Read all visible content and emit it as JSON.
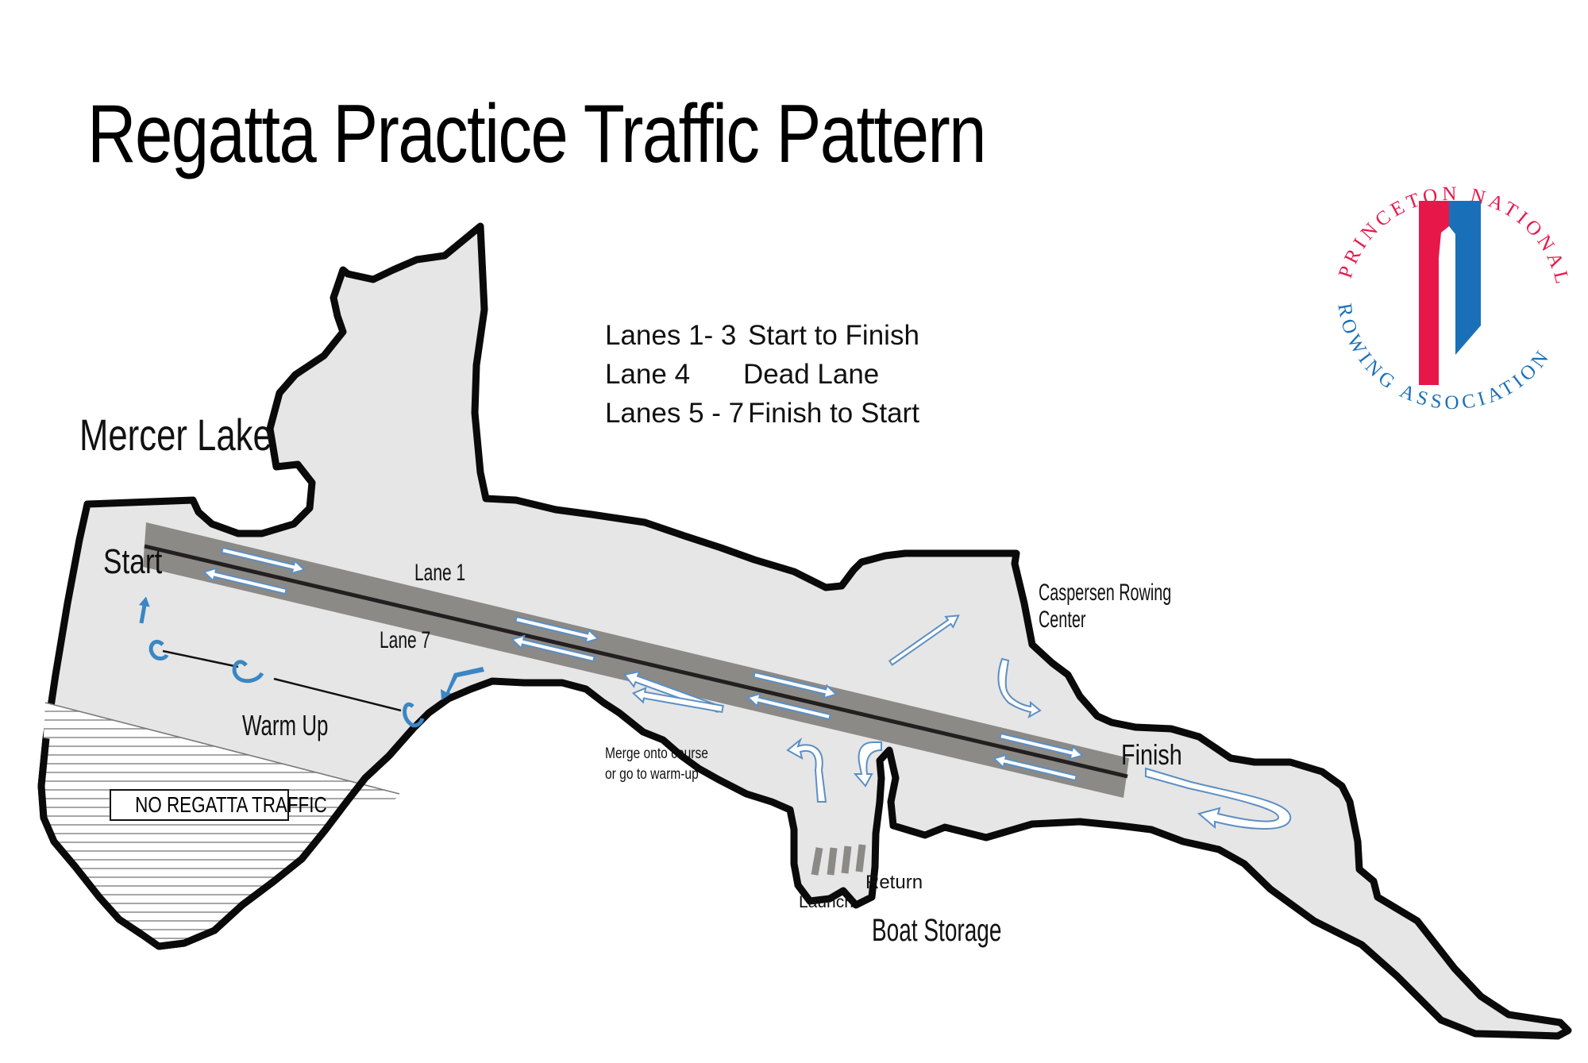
{
  "title": "Regatta Practice Traffic Pattern",
  "legend": [
    {
      "lanes": "Lanes 1- 3",
      "rule": "Start to Finish"
    },
    {
      "lanes": "Lane 4",
      "rule": "Dead Lane"
    },
    {
      "lanes": "Lanes 5 - 7",
      "rule": "Finish to Start"
    }
  ],
  "labels": {
    "lake": "Mercer Lake",
    "start": "Start",
    "finish": "Finish",
    "lane1": "Lane 1",
    "lane7": "Lane 7",
    "warmup": "Warm Up",
    "no_traffic": "NO REGATTA TRAFFIC",
    "merge_line1": "Merge onto course",
    "merge_line2": "or go to warm-up",
    "caspersen_line1": "Caspersen Rowing",
    "caspersen_line2": "Center",
    "return": "Return",
    "launch": "Launch",
    "boat_storage": "Boat Storage"
  },
  "logo": {
    "text": "PRINCETON NATIONAL ROWING ASSOCIATION",
    "colors": {
      "red": "#e8174a",
      "blue": "#1a70b8"
    }
  },
  "colors": {
    "water": "#e6e6e6",
    "shore": "#0a0a0a",
    "course": "#8c8a86",
    "arrow_blue": "#3b86c4"
  }
}
